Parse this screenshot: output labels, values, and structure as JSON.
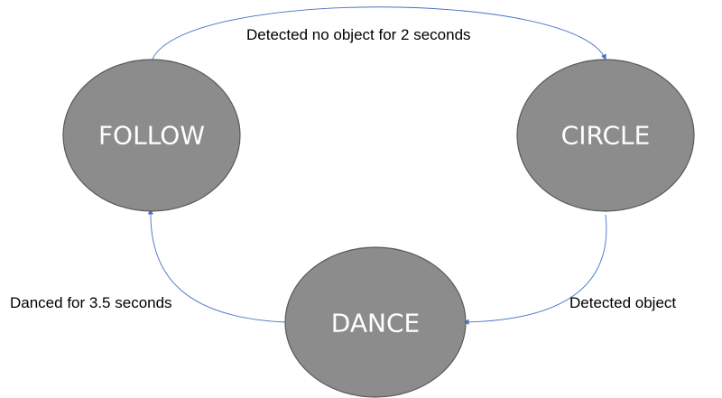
{
  "diagram": {
    "states": {
      "follow": "FOLLOW",
      "circle": "CIRCLE",
      "dance": "DANCE"
    },
    "transitions": {
      "follow_to_circle": "Detected no object for 2 seconds",
      "circle_to_dance": "Detected object",
      "dance_to_follow": "Danced for 3.5 seconds"
    }
  },
  "colors": {
    "state_fill": "#8c8c8c",
    "state_border": "#595959",
    "state_text": "#ffffff",
    "arrow": "#4472c4",
    "label_text": "#000000"
  }
}
